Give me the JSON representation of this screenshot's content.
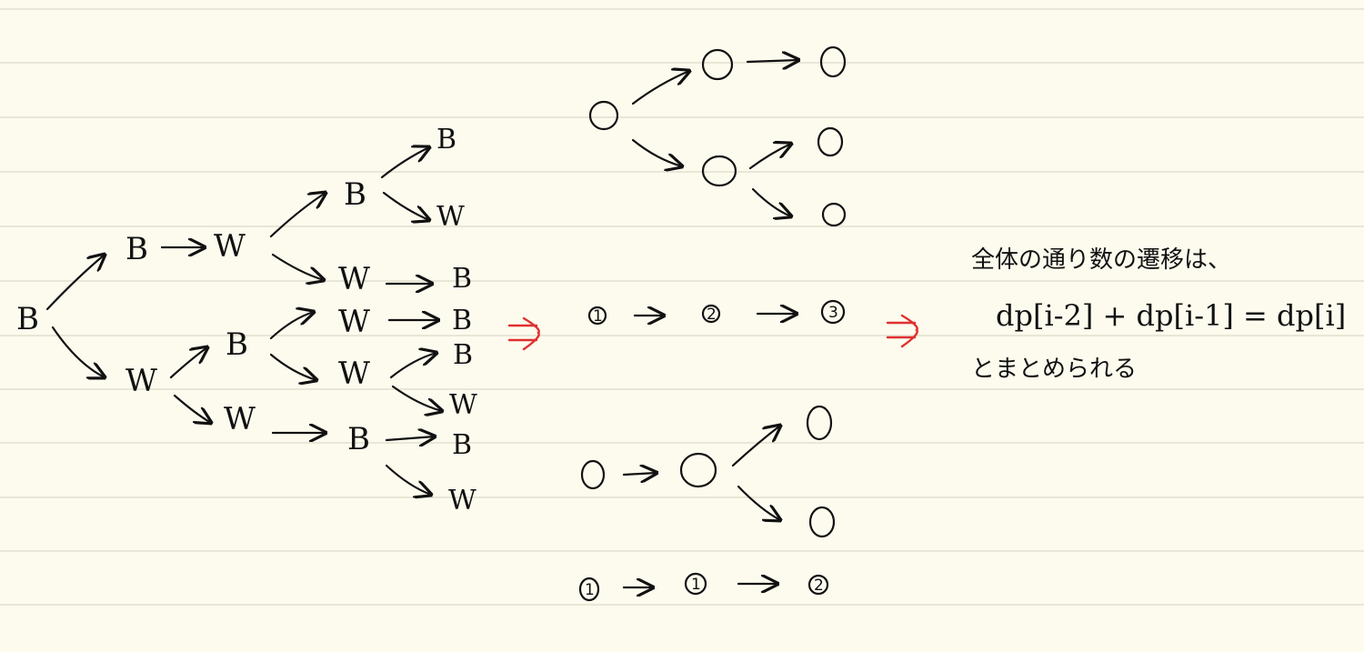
{
  "tree": {
    "root": "B",
    "l1_top": "B",
    "l1_top_next": "W",
    "l1_bot": "W",
    "l2_a": "B",
    "l2_b": "W",
    "l2_c": "B",
    "l2_d": "W",
    "l3_a": "B",
    "l3_b": "W",
    "l3_c": "B",
    "l3_d": "W",
    "l3_e": "B",
    "l3_f": "W",
    "l3_g": "B",
    "l4_a": "B",
    "l4_b": "W",
    "l4_c": "B",
    "l4_d": "W"
  },
  "top_sequence": [
    "1",
    "2",
    "3"
  ],
  "bottom_sequence": [
    "1",
    "1",
    "2"
  ],
  "note": {
    "line1": "全体の通り数の遷移は、",
    "formula": "dp[i-2] + dp[i-1] = dp[i]",
    "line3": "とまとめられる"
  },
  "colors": {
    "arrow_red": "#e03030",
    "ink": "#111111",
    "paper": "#fdfbee"
  }
}
